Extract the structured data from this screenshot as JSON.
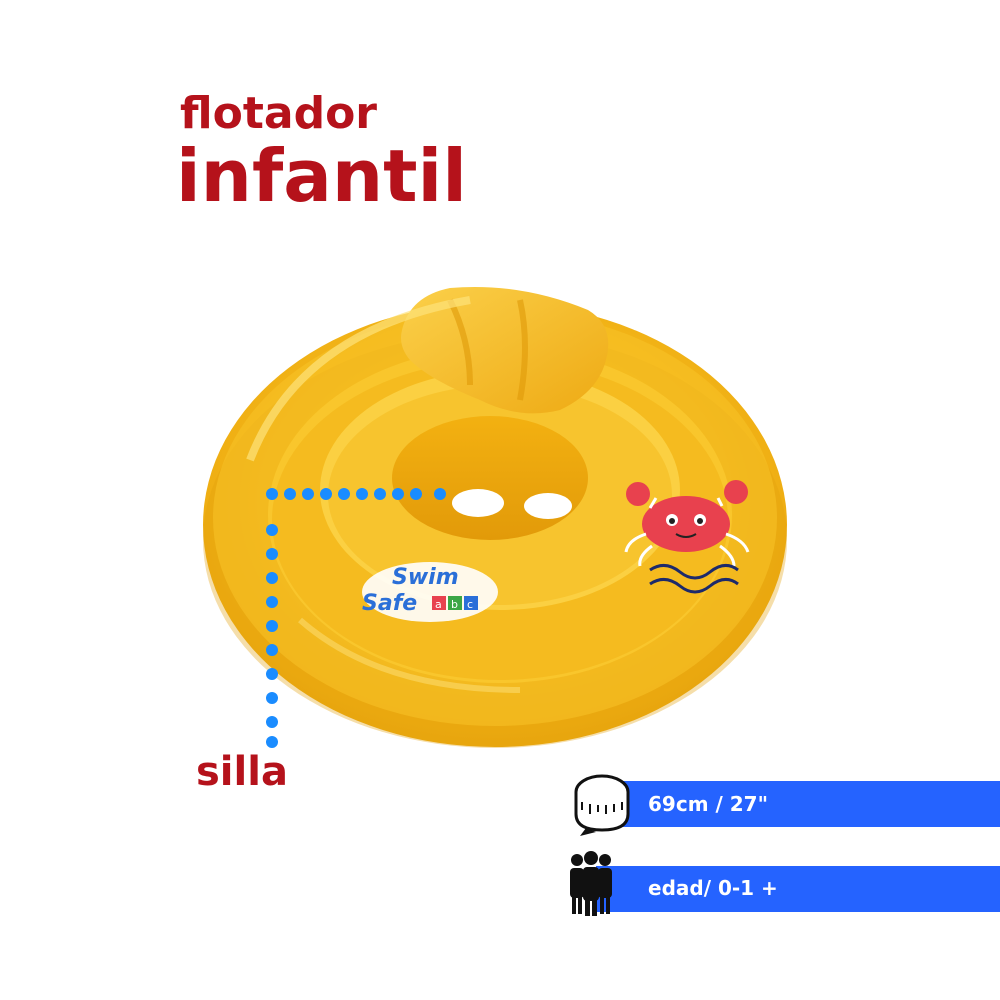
{
  "title": {
    "line1": "flotador",
    "line2": "infantil"
  },
  "annotation": {
    "seat_label": "silla"
  },
  "product": {
    "brand_logo_text": "Swim Safe abc",
    "illustration": "crab-icon"
  },
  "specs": {
    "size_icon": "measuring-tape-icon",
    "size_text": "69cm / 27\"",
    "age_icon": "people-icon",
    "age_text": "edad/ 0-1 +"
  },
  "colors": {
    "title": "#b5121b",
    "accent_blue": "#2563ff",
    "float_yellow": "#f5b414",
    "crab_red": "#e8414e"
  }
}
